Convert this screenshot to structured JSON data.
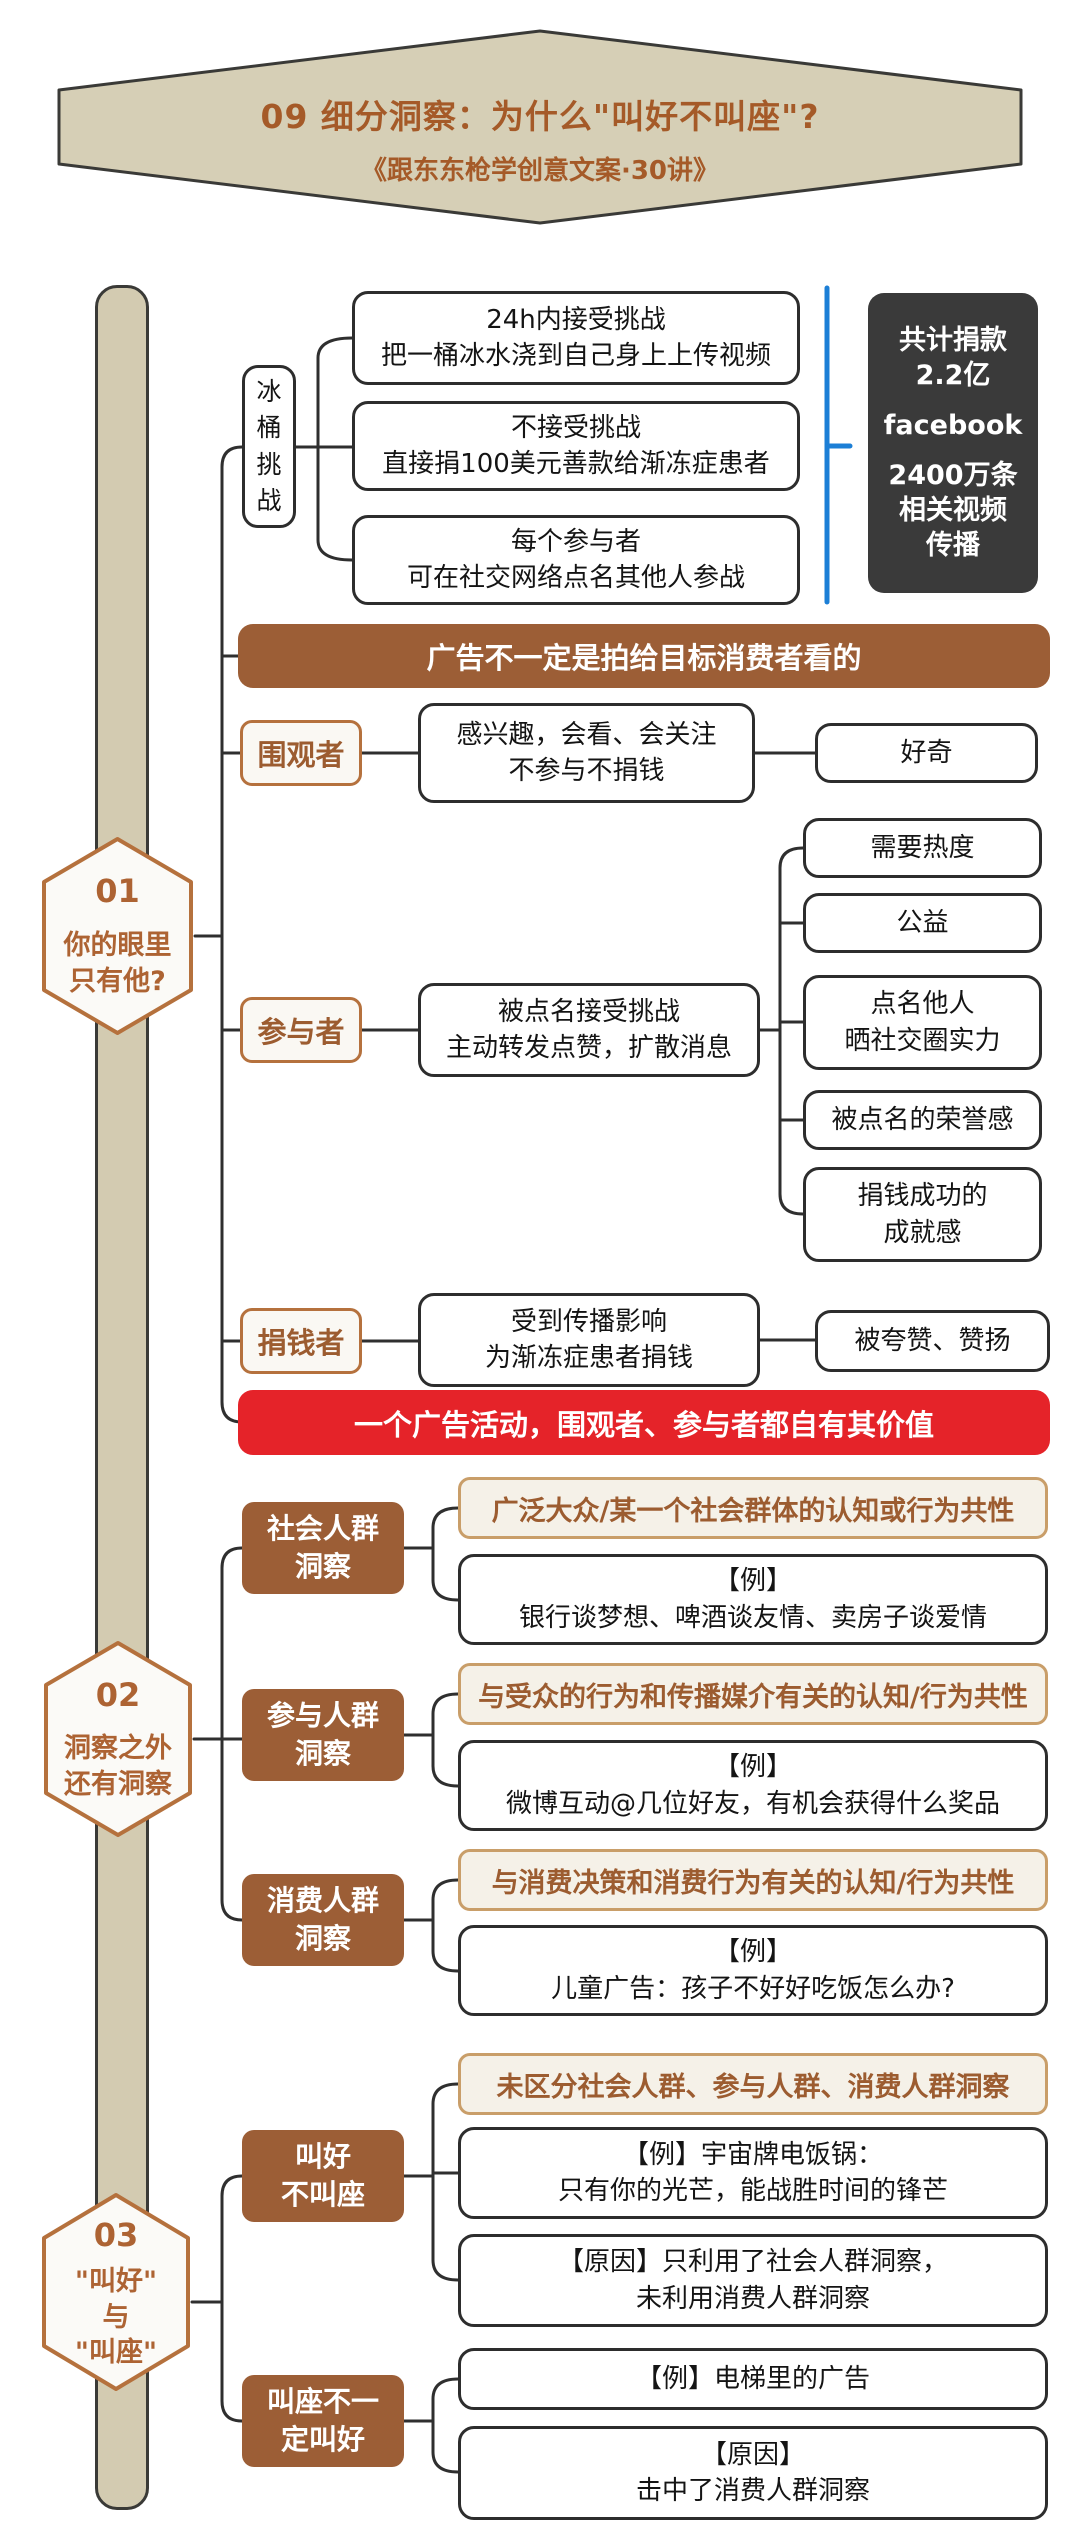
{
  "header": {
    "title": "09 细分洞察：为什么\"叫好不叫座\"?",
    "subtitle": "《跟东东枪学创意文案·30讲》"
  },
  "colors": {
    "banner_fill": "#d6cfb6",
    "bar_fill": "#d3cbb1",
    "brown": "#9c5e36",
    "brown_text": "#9c5c30",
    "red": "#e52329",
    "dark_panel": "#3a3a3a",
    "blue_line": "#1c7fd6"
  },
  "section1": {
    "id": "01",
    "label": "你的眼里\n只有他?",
    "ice_bucket_label": "冰\n桶\n挑\n战",
    "rules": [
      "24h内接受挑战\n把一桶冰水浇到自己身上上传视频",
      "不接受挑战\n直接捐100美元善款给渐冻症患者",
      "每个参与者\n可在社交网络点名其他人参战"
    ],
    "stats": [
      "共计捐款\n2.2亿",
      "facebook",
      "2400万条\n相关视频\n传播"
    ],
    "banner_top": "广告不一定是拍给目标消费者看的",
    "roles": [
      {
        "label": "围观者",
        "behavior": "感兴趣，会看、会关注\n不参与不捐钱",
        "rewards": [
          "好奇"
        ]
      },
      {
        "label": "参与者",
        "behavior": "被点名接受挑战\n主动转发点赞，扩散消息",
        "rewards": [
          "需要热度",
          "公益",
          "点名他人\n晒社交圈实力",
          "被点名的荣誉感",
          "捐钱成功的\n成就感"
        ]
      },
      {
        "label": "捐钱者",
        "behavior": "受到传播影响\n为渐冻症患者捐钱",
        "rewards": [
          "被夸赞、赞扬"
        ]
      }
    ],
    "banner_bottom": "一个广告活动，围观者、参与者都自有其价值"
  },
  "section2": {
    "id": "02",
    "label": "洞察之外\n还有洞察",
    "groups": [
      {
        "label": "社会人群\n洞察",
        "definition": "广泛大众/某一个社会群体的认知或行为共性",
        "example": "【例】\n银行谈梦想、啤酒谈友情、卖房子谈爱情"
      },
      {
        "label": "参与人群\n洞察",
        "definition": "与受众的行为和传播媒介有关的认知/行为共性",
        "example": "【例】\n微博互动@几位好友，有机会获得什么奖品"
      },
      {
        "label": "消费人群\n洞察",
        "definition": "与消费决策和消费行为有关的认知/行为共性",
        "example": "【例】\n儿童广告：孩子不好好吃饭怎么办?"
      }
    ]
  },
  "section3": {
    "id": "03",
    "label": "\"叫好\"\n与\n\"叫座\"",
    "groups": [
      {
        "label": "叫好\n不叫座",
        "highlight": "未区分社会人群、参与人群、消费人群洞察",
        "example": "【例】宇宙牌电饭锅：\n只有你的光芒，能战胜时间的锋芒",
        "reason": "【原因】只利用了社会人群洞察，\n未利用消费人群洞察"
      },
      {
        "label": "叫座不一\n定叫好",
        "example": "【例】电梯里的广告",
        "reason": "【原因】\n击中了消费人群洞察"
      }
    ]
  }
}
